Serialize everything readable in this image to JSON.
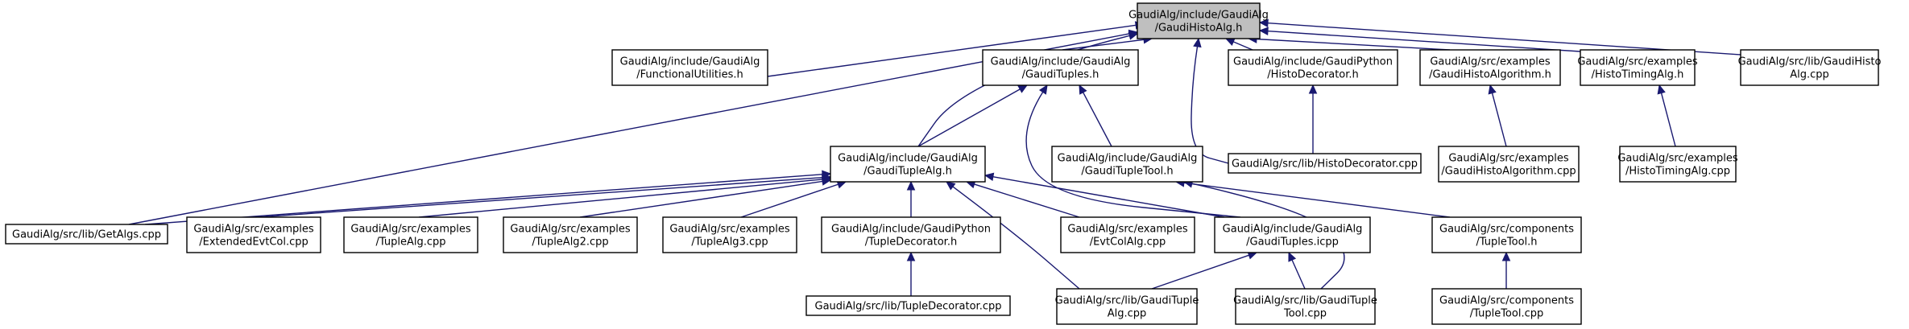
{
  "diagram": {
    "colors": {
      "edge": "#191970",
      "root_fill": "#bfbfbf",
      "node_fill": "#ffffff",
      "border": "#000000"
    },
    "nodes": [
      {
        "id": "root",
        "lines": [
          "GaudiAlg/include/GaudiAlg",
          "/GaudiHistoAlg.h"
        ],
        "root": true
      },
      {
        "id": "functional",
        "lines": [
          "GaudiAlg/include/GaudiAlg",
          "/FunctionalUtilities.h"
        ]
      },
      {
        "id": "gaudituples_h",
        "lines": [
          "GaudiAlg/include/GaudiAlg",
          "/GaudiTuples.h"
        ]
      },
      {
        "id": "histodecorator_h",
        "lines": [
          "GaudiAlg/include/GaudiPython",
          "/HistoDecorator.h"
        ]
      },
      {
        "id": "gaudihistoalgorithm_h",
        "lines": [
          "GaudiAlg/src/examples",
          "/GaudiHistoAlgorithm.h"
        ]
      },
      {
        "id": "histotimingalg_h",
        "lines": [
          "GaudiAlg/src/examples",
          "/HistoTimingAlg.h"
        ]
      },
      {
        "id": "gaudihistoalg_cpp",
        "lines": [
          "GaudiAlg/src/lib/GaudiHisto",
          "Alg.cpp"
        ]
      },
      {
        "id": "gaudituplealg_h",
        "lines": [
          "GaudiAlg/include/GaudiAlg",
          "/GaudiTupleAlg.h"
        ]
      },
      {
        "id": "gaudituplettool_h",
        "lines": [
          "GaudiAlg/include/GaudiAlg",
          "/GaudiTupleTool.h"
        ]
      },
      {
        "id": "histodecorator_cpp",
        "lines": [
          "GaudiAlg/src/lib/HistoDecorator.cpp"
        ]
      },
      {
        "id": "gaudihistoalgorithm_cpp",
        "lines": [
          "GaudiAlg/src/examples",
          "/GaudiHistoAlgorithm.cpp"
        ]
      },
      {
        "id": "histotimingalg_cpp",
        "lines": [
          "GaudiAlg/src/examples",
          "/HistoTimingAlg.cpp"
        ]
      },
      {
        "id": "getalgs",
        "lines": [
          "GaudiAlg/src/lib/GetAlgs.cpp"
        ]
      },
      {
        "id": "extendedevtcol",
        "lines": [
          "GaudiAlg/src/examples",
          "/ExtendedEvtCol.cpp"
        ]
      },
      {
        "id": "tuplealg",
        "lines": [
          "GaudiAlg/src/examples",
          "/TupleAlg.cpp"
        ]
      },
      {
        "id": "tuplealg2",
        "lines": [
          "GaudiAlg/src/examples",
          "/TupleAlg2.cpp"
        ]
      },
      {
        "id": "tuplealg3",
        "lines": [
          "GaudiAlg/src/examples",
          "/TupleAlg3.cpp"
        ]
      },
      {
        "id": "tupledecorator_h",
        "lines": [
          "GaudiAlg/include/GaudiPython",
          "/TupleDecorator.h"
        ]
      },
      {
        "id": "evtcolalg",
        "lines": [
          "GaudiAlg/src/examples",
          "/EvtColAlg.cpp"
        ]
      },
      {
        "id": "gaudituples_icpp",
        "lines": [
          "GaudiAlg/include/GaudiAlg",
          "/GaudiTuples.icpp"
        ]
      },
      {
        "id": "tupletool_h",
        "lines": [
          "GaudiAlg/src/components",
          "/TupleTool.h"
        ]
      },
      {
        "id": "tupledecorator_cpp",
        "lines": [
          "GaudiAlg/src/lib/TupleDecorator.cpp"
        ]
      },
      {
        "id": "gaudituplealg_cpp",
        "lines": [
          "GaudiAlg/src/lib/GaudiTuple",
          "Alg.cpp"
        ]
      },
      {
        "id": "gaudituplettool_cpp",
        "lines": [
          "GaudiAlg/src/lib/GaudiTuple",
          "Tool.cpp"
        ]
      },
      {
        "id": "tupletool_cpp",
        "lines": [
          "GaudiAlg/src/components",
          "/TupleTool.cpp"
        ]
      }
    ],
    "edges": [
      [
        "functional",
        "root"
      ],
      [
        "gaudituples_h",
        "root"
      ],
      [
        "histodecorator_h",
        "root"
      ],
      [
        "gaudihistoalgorithm_h",
        "root"
      ],
      [
        "histotimingalg_h",
        "root"
      ],
      [
        "gaudihistoalg_cpp",
        "root"
      ],
      [
        "gaudituplealg_h",
        "root"
      ],
      [
        "getalgs",
        "root"
      ],
      [
        "histodecorator_cpp",
        "root"
      ],
      [
        "gaudituplealg_h",
        "gaudituples_h"
      ],
      [
        "gaudituplettool_h",
        "gaudituples_h"
      ],
      [
        "gaudituples_icpp",
        "gaudituples_h"
      ],
      [
        "histodecorator_cpp",
        "histodecorator_h"
      ],
      [
        "gaudihistoalgorithm_cpp",
        "gaudihistoalgorithm_h"
      ],
      [
        "histotimingalg_cpp",
        "histotimingalg_h"
      ],
      [
        "getalgs",
        "gaudituplealg_h"
      ],
      [
        "extendedevtcol",
        "gaudituplealg_h"
      ],
      [
        "tuplealg",
        "gaudituplealg_h"
      ],
      [
        "tuplealg2",
        "gaudituplealg_h"
      ],
      [
        "tuplealg3",
        "gaudituplealg_h"
      ],
      [
        "tupledecorator_h",
        "gaudituplealg_h"
      ],
      [
        "evtcolalg",
        "gaudituplealg_h"
      ],
      [
        "gaudituples_icpp",
        "gaudituplealg_h"
      ],
      [
        "gaudituplealg_cpp",
        "gaudituplealg_h"
      ],
      [
        "tupletool_h",
        "gaudituplettool_h"
      ],
      [
        "gaudituplettool_cpp",
        "gaudituplettool_h"
      ],
      [
        "tupledecorator_cpp",
        "tupledecorator_h"
      ],
      [
        "gaudituplealg_cpp",
        "gaudituples_icpp"
      ],
      [
        "gaudituplettool_cpp",
        "gaudituples_icpp"
      ],
      [
        "tupletool_cpp",
        "tupletool_h"
      ]
    ]
  }
}
